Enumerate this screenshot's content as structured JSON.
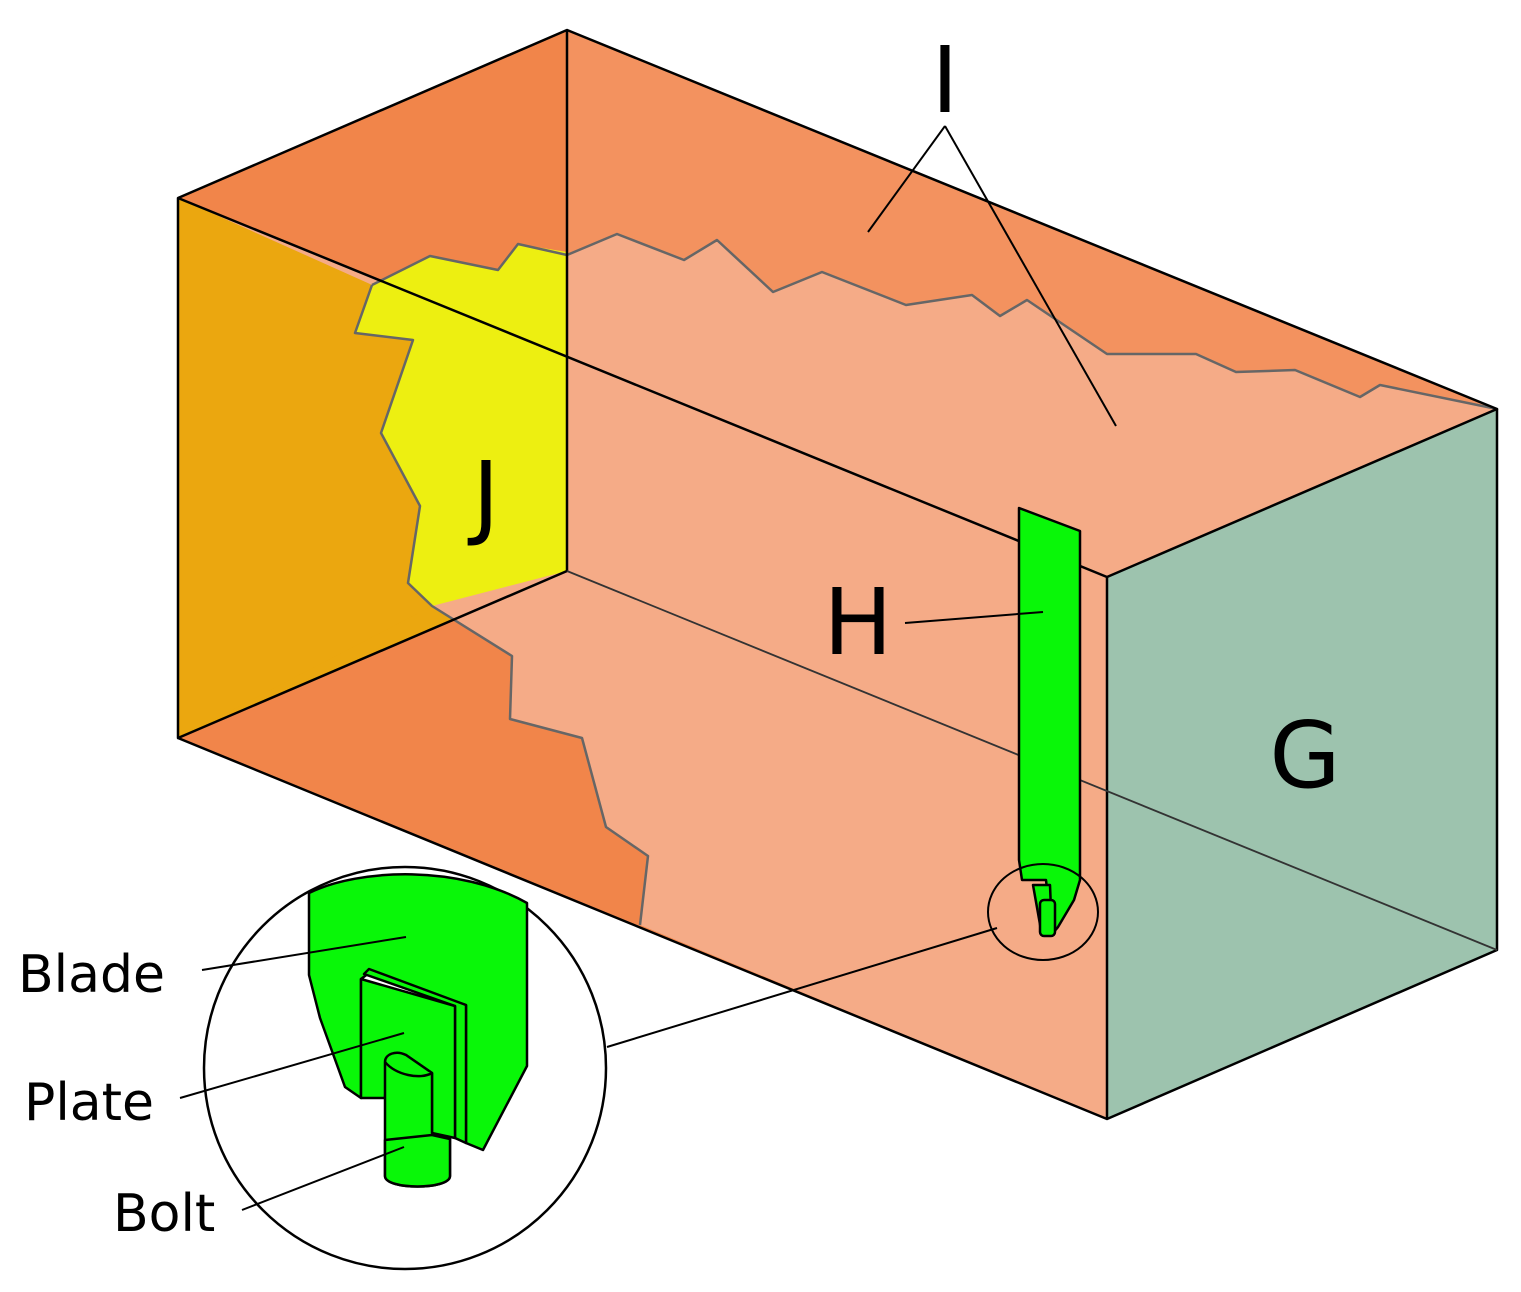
{
  "colors": {
    "face_j": "#eba70f",
    "face_i": "#f1854a",
    "cleared_region": "#f5ab87",
    "region_j": "#edef11",
    "face_g": "#9dc3ae",
    "component": "#09f708",
    "edge": "#000000"
  },
  "labels": {
    "i": "I",
    "j": "J",
    "h": "H",
    "g": "G",
    "blade": "Blade",
    "plate": "Plate",
    "bolt": "Bolt"
  }
}
